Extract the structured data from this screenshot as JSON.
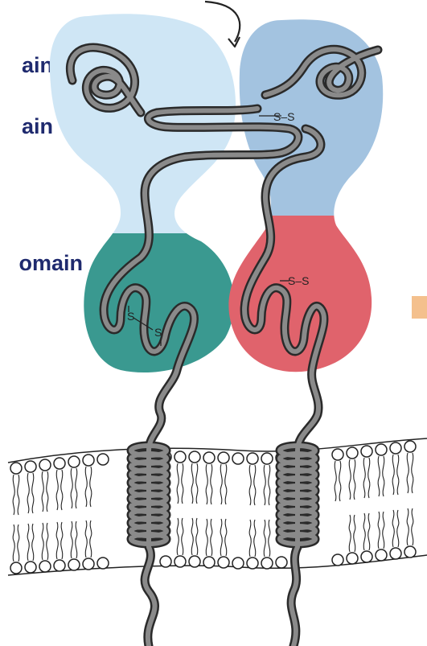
{
  "labels": {
    "domain_1": "ain",
    "domain_2": "ain",
    "domain_3": "omain"
  },
  "bonds": {
    "top": "S–S",
    "bottom_left_a": "S",
    "bottom_left_b": "S",
    "bottom_right": "S–S"
  },
  "colors": {
    "top_left_domain": "#cfe6f5",
    "top_right_domain": "#a3c3e0",
    "bottom_left_domain": "#3a9990",
    "bottom_right_domain": "#e0636c",
    "chain_fill": "#8a8a8a",
    "chain_outline": "#2a2a2a",
    "label_text": "#1f2a6e",
    "right_edge_fragment": "#f4c08d"
  },
  "icons": {
    "arrow": "curved-arrow-icon",
    "membrane": "lipid-bilayer-icon",
    "helix": "alpha-helix-icon"
  }
}
